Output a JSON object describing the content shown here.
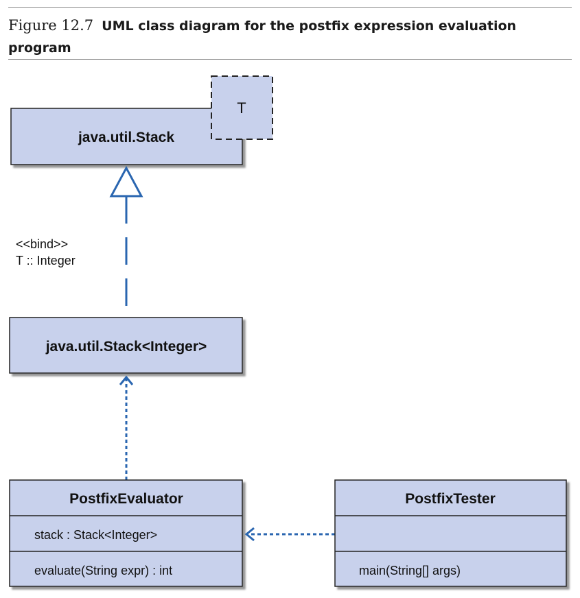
{
  "figure": {
    "number": "Figure 12.7",
    "title": "UML class diagram for the postfix expression evaluation program"
  },
  "diagram": {
    "template_class": {
      "name": "java.util.Stack",
      "type_parameter": "T"
    },
    "bind_note": {
      "stereotype": "<<bind>>",
      "binding": "T :: Integer"
    },
    "bound_class": {
      "name": "java.util.Stack<Integer>"
    },
    "evaluator_class": {
      "name": "PostfixEvaluator",
      "attribute": "stack : Stack<Integer>",
      "operation": "evaluate(String expr) : int"
    },
    "tester_class": {
      "name": "PostfixTester",
      "attribute": "",
      "operation": "main(String[] args)"
    },
    "colors": {
      "box_fill": "#c8d1ec",
      "box_border": "#222222",
      "shadow": "#8a8a8a",
      "connector": "#2a66b0"
    }
  }
}
